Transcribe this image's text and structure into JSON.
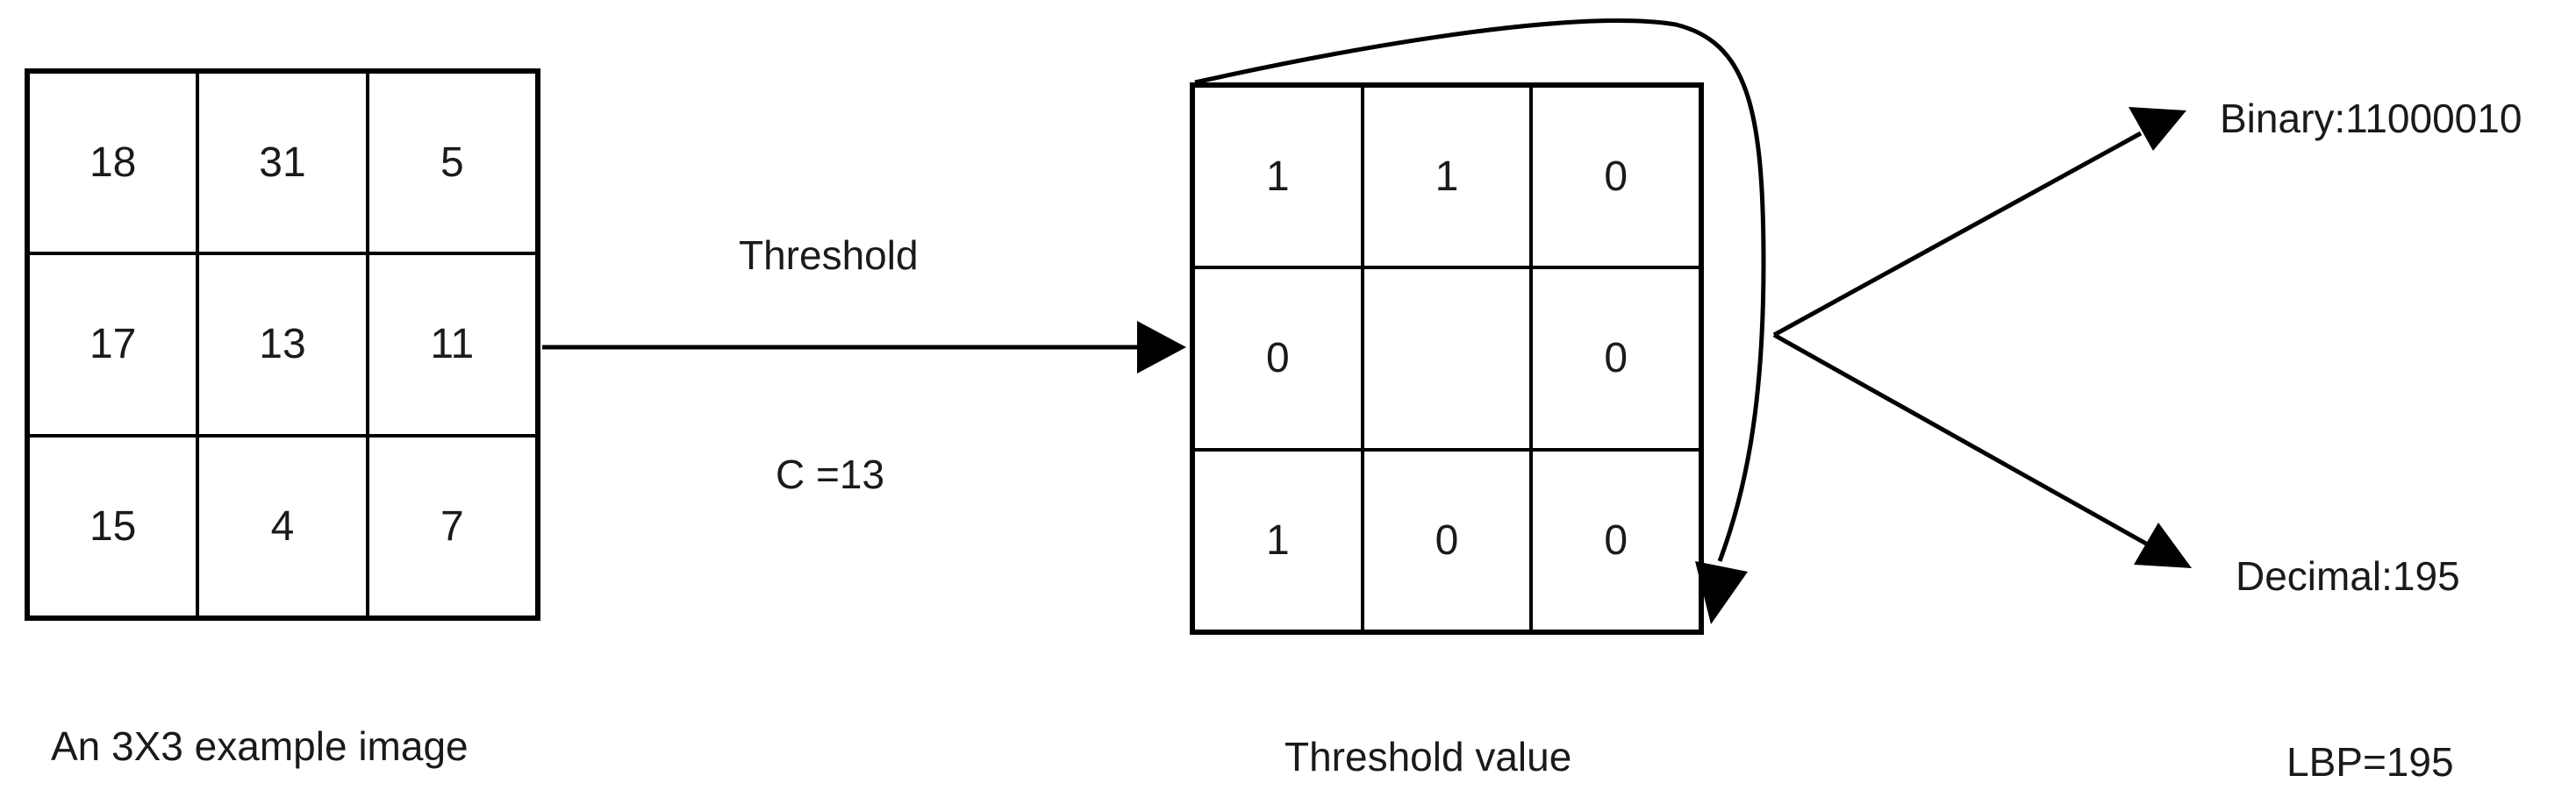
{
  "input": {
    "cells": [
      "18",
      "31",
      "5",
      "17",
      "13",
      "11",
      "15",
      "4",
      "7"
    ],
    "caption": "An 3X3 example image"
  },
  "operation": {
    "label": "Threshold",
    "center_label": "C =13"
  },
  "output": {
    "cells": [
      "1",
      "1",
      "0",
      "0",
      "",
      "0",
      "1",
      "0",
      "0"
    ],
    "caption": "Threshold value"
  },
  "result": {
    "binary": "Binary:11000010",
    "decimal": "Decimal:195",
    "lbp": "LBP=195"
  }
}
